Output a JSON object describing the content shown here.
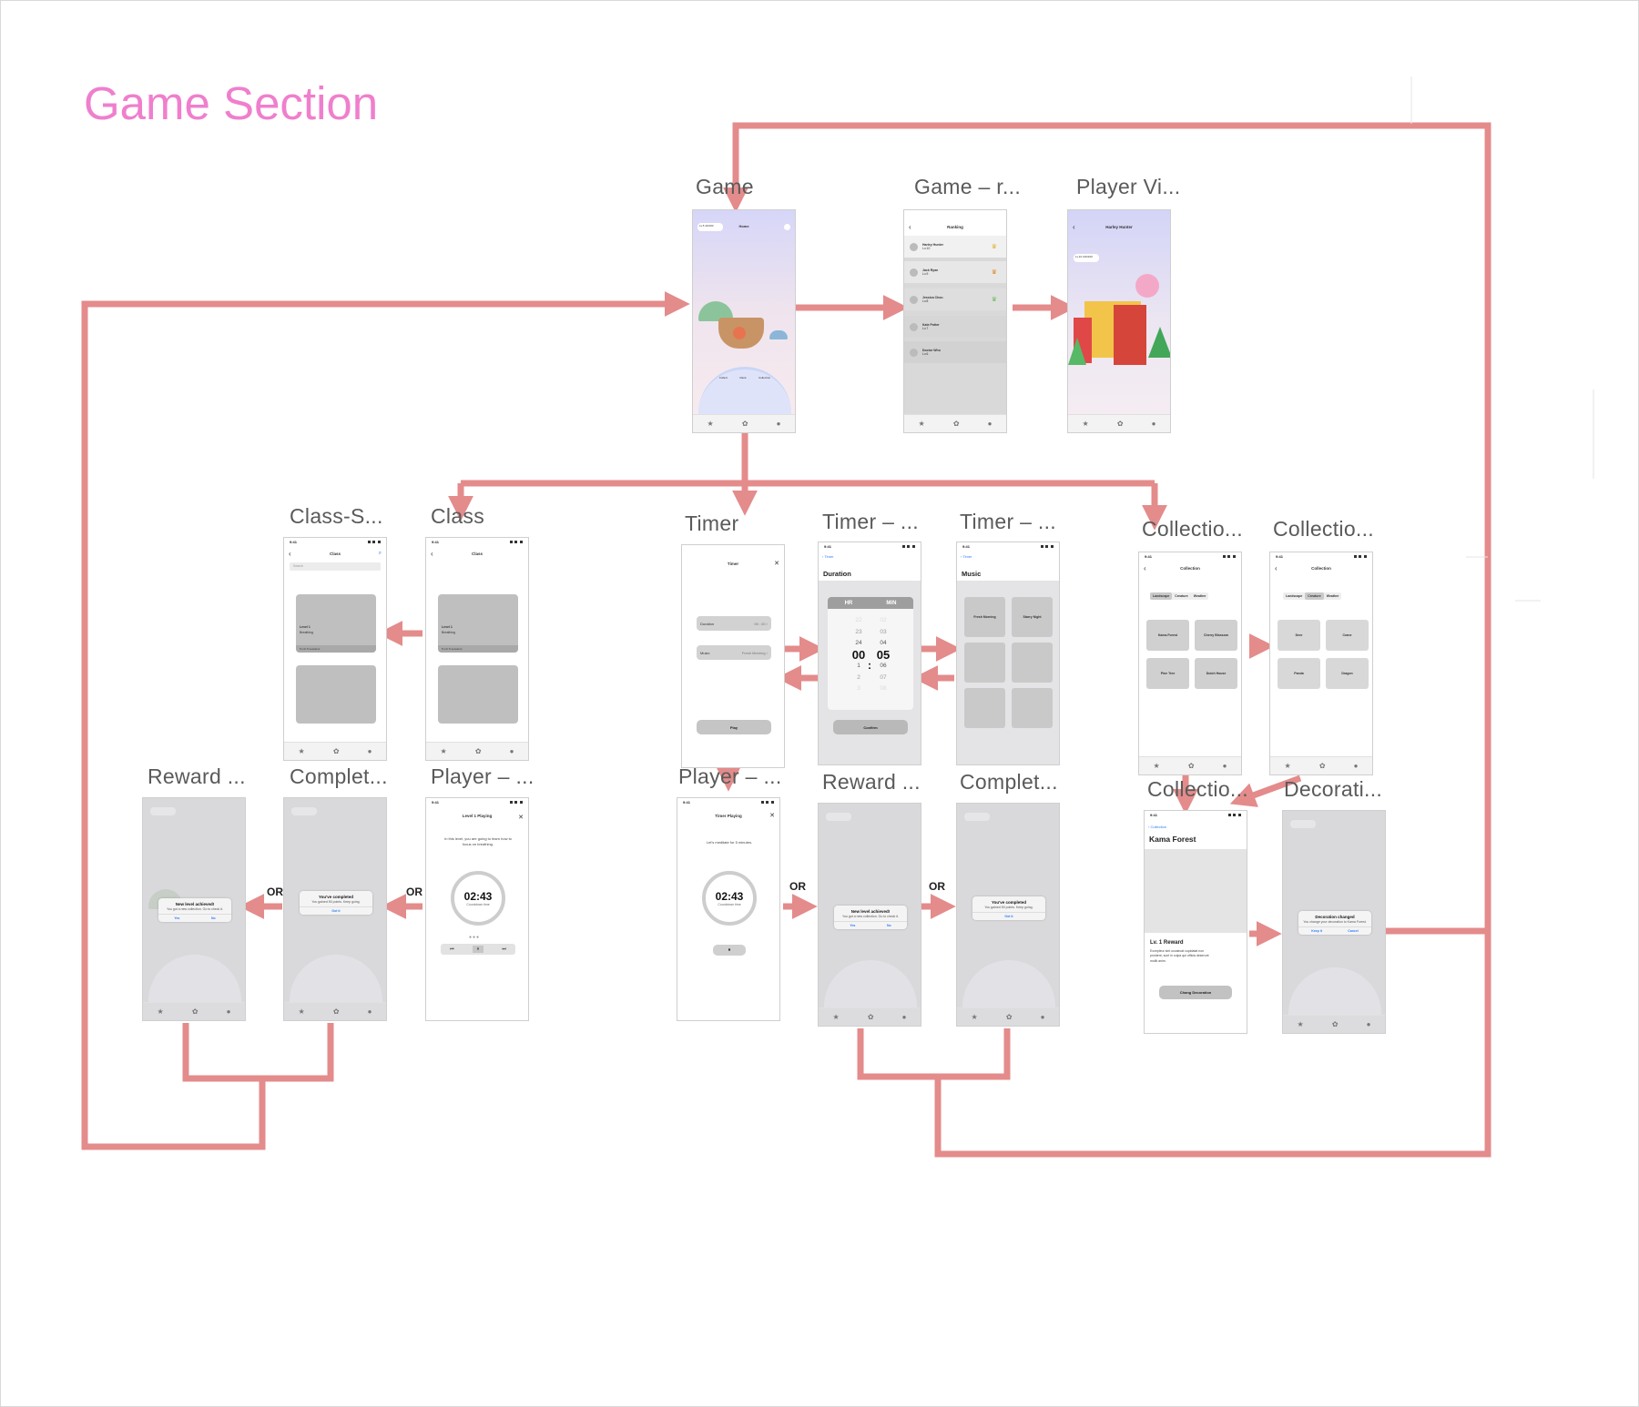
{
  "title": "Game Section",
  "colors": {
    "title": "#ef7fcd",
    "connector": "#e48b8b"
  },
  "labels": {
    "game": "Game",
    "game_ranking": "Game – r...",
    "player_view": "Player Vi...",
    "class_search": "Class-S...",
    "class": "Class",
    "timer": "Timer",
    "timer_duration": "Timer – ...",
    "timer_music": "Timer – ...",
    "collection1": "Collectio...",
    "collection2": "Collectio...",
    "reward_left": "Reward ...",
    "complete_left": "Complet...",
    "player_left": "Player – ...",
    "player_mid": "Player – ...",
    "reward_mid": "Reward ...",
    "complete_mid": "Complet...",
    "collection3": "Collectio...",
    "decoration": "Decorati..."
  },
  "or_label": "OR",
  "screens": {
    "game": {
      "title": "Home",
      "level": "Lv.5 40/100",
      "actions": [
        "Collect",
        "Rank",
        "Collection"
      ]
    },
    "ranking": {
      "title": "Ranking",
      "rows": [
        {
          "name": "Harley Hunter",
          "level": "Lv.10"
        },
        {
          "name": "Jack Ryan",
          "level": "Lv.9"
        },
        {
          "name": "Jessica Chou",
          "level": "Lv.8"
        },
        {
          "name": "Kate Potter",
          "level": "Lv.7"
        },
        {
          "name": "Doctor Who",
          "level": "Lv.6"
        }
      ]
    },
    "player_view": {
      "title": "Harley Hunter",
      "level": "Lv.10 100/100"
    },
    "class_search": {
      "time": "9:41",
      "title": "Class",
      "search_placeholder": "Search",
      "card_title": "Level 1",
      "card_sub": "Breathing",
      "card_meta": "5 min  5 sessions"
    },
    "class": {
      "time": "9:41",
      "title": "Class",
      "card_title": "Level 1",
      "card_sub": "Breathing",
      "card_meta": "5 min  5 sessions"
    },
    "timer": {
      "title": "Timer",
      "duration_label": "Duration",
      "duration_value": "05 : 00",
      "music_label": "Music",
      "music_value": "Fresh Morning",
      "play": "Play"
    },
    "timer_duration": {
      "time": "9:41",
      "back": "Timer",
      "heading": "Duration",
      "col_hr": "HR",
      "col_min": "MIN",
      "hours": [
        "22",
        "23",
        "24",
        "00",
        "1",
        "2",
        "3"
      ],
      "minutes": [
        "02",
        "03",
        "04",
        "05",
        "06",
        "07",
        "08"
      ],
      "confirm": "Confirm"
    },
    "timer_music": {
      "time": "9:41",
      "back": "Timer",
      "heading": "Music",
      "tracks": [
        "Fresh Morning",
        "Starry Night"
      ]
    },
    "collection1": {
      "time": "9:41",
      "title": "Collection",
      "tabs": [
        "Landscape",
        "Creature",
        "Weather"
      ],
      "items": [
        "Kama Forest",
        "Cherry Blossom",
        "Pine Tree",
        "Dutch House"
      ]
    },
    "collection2": {
      "time": "9:41",
      "title": "Collection",
      "tabs": [
        "Landscape",
        "Creature",
        "Weather"
      ],
      "items": [
        "Deer",
        "Crane",
        "Panda",
        "Dragon"
      ]
    },
    "reward_left": {
      "dialog_title": "New level achieved!",
      "dialog_body": "You got a new collection. Go to check it.",
      "yes": "Yes",
      "no": "No"
    },
    "complete_left": {
      "dialog_title": "You've completed",
      "dialog_body": "You gained 50 points. Keep going.",
      "ok": "Got it"
    },
    "player_left": {
      "time": "9:41",
      "title": "Level 1 Playing",
      "desc": "In this level, you are going to learn how to focus on breathing.",
      "timer": "02:43",
      "timer_sub": "Countdown time"
    },
    "player_mid": {
      "time": "9:41",
      "title": "Timer Playing",
      "desc": "Let's meditate for 5 minutes.",
      "timer": "02:43",
      "timer_sub": "Countdown time"
    },
    "reward_mid": {
      "dialog_title": "New level achieved!",
      "dialog_body": "You got a new collection. Go to check it.",
      "yes": "Yes",
      "no": "No"
    },
    "complete_mid": {
      "dialog_title": "You've completed",
      "dialog_body": "You gained 50 points. Keep going.",
      "ok": "Got it"
    },
    "collection3": {
      "time": "9:41",
      "back": "Collection",
      "heading": "Kama Forest",
      "reward_title": "Lv. 1 Reward",
      "reward_body": "Excepteur sint occaecat cupidatat non proident, sunt in culpa qui officia deserunt mollit anim.",
      "button": "Chang Decoration"
    },
    "decoration": {
      "dialog_title": "Decoration changed",
      "dialog_body": "You change your decoration to Kama Forest.",
      "keep": "Keep it",
      "cancel": "Cancel"
    }
  }
}
